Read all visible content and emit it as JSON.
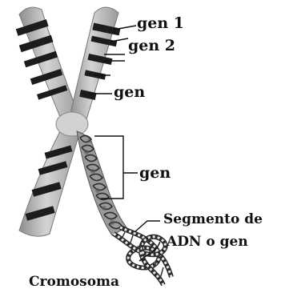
{
  "labels": {
    "gene1": "gen 1",
    "gene2": "gen 2",
    "gene3": "gen",
    "gene4": "gen",
    "segment": "Segmento de",
    "segment2": "ADN o gen",
    "caption": "Cromosoma"
  },
  "colors": {
    "chromatid": "#b9b9b9",
    "band": "#1c1c1c",
    "centromere": "#cfcfcf",
    "coil": "#707070",
    "line": "#111111"
  }
}
